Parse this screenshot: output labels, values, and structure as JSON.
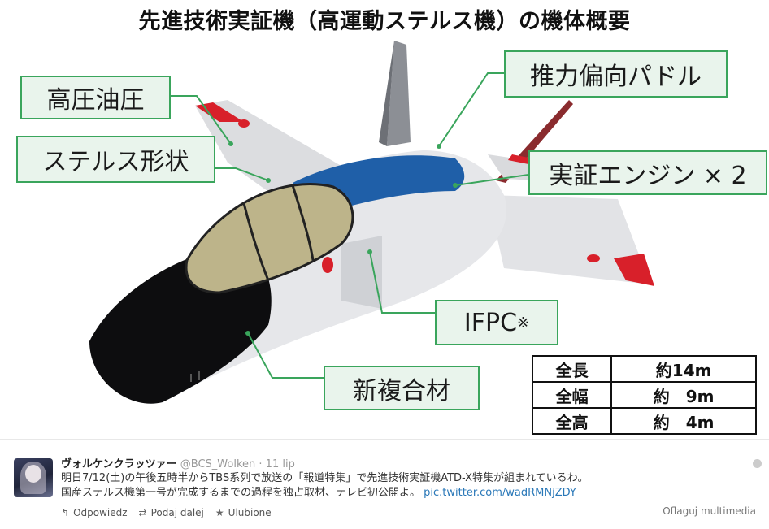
{
  "infographic": {
    "title": "先進技術実証機（高運動ステルス機）の機体概要",
    "callouts": {
      "hydraulic": "高圧油圧",
      "stealth_shape": "ステルス形状",
      "thrust_paddle": "推力偏向パドル",
      "engine": "実証エンジン × 2",
      "ifpc": "IFPC",
      "ifpc_mark": "※",
      "composite": "新複合材"
    },
    "specs": [
      {
        "label": "全長",
        "value": "約14m"
      },
      {
        "label": "全幅",
        "value": "約　9m"
      },
      {
        "label": "全高",
        "value": "約　4m"
      }
    ],
    "colors": {
      "callout_border": "#3aa55c",
      "callout_fill": "#e9f4ec",
      "stripe_blue": "#1f5fa8",
      "wingtip_red": "#d8202a"
    }
  },
  "tweet": {
    "user_name": "ヴォルケンクラッツァー",
    "handle": "@BCS_Wolken",
    "separator": "·",
    "time": "11 lip",
    "text_line1": "明日7/12(土)の午後五時半からTBS系列で放送の「報道特集」で先進技術実証機ATD-X特集が組まれているわ。",
    "text_line2": "国産ステルス機第一号が完成するまでの過程を独占取材、テレビ初公開よ。",
    "link": "pic.twitter.com/wadRMNjZDY",
    "actions": {
      "reply": "Odpowiedz",
      "retweet": "Podaj dalej",
      "favorite": "Ulubione"
    },
    "flag_media": "Oflaguj multimedia",
    "icons": [
      "reply-icon",
      "retweet-icon",
      "star-icon",
      "chevron-down-icon"
    ]
  }
}
